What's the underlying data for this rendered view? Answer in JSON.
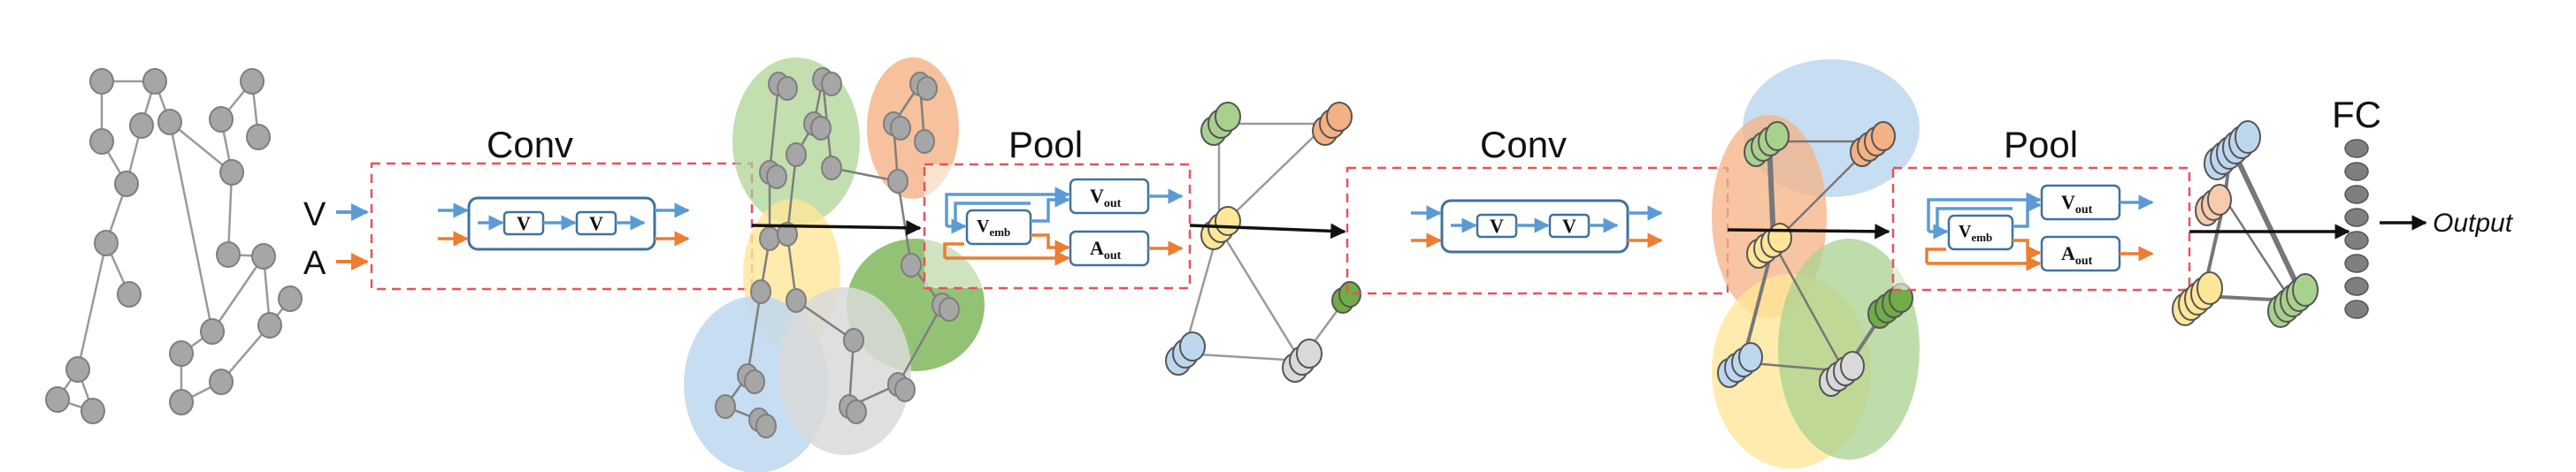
{
  "stages": {
    "conv1_title": "Conv",
    "pool1_title": "Pool",
    "conv2_title": "Conv",
    "pool2_title": "Pool",
    "fc_title": "FC"
  },
  "inputs": {
    "v_label": "V",
    "a_label": "A"
  },
  "conv_block": {
    "v1": "V",
    "v2": "V"
  },
  "pool_block": {
    "v_emb": "V",
    "v_emb_sub": "emb",
    "v_out": "V",
    "v_out_sub": "out",
    "a_out": "A",
    "a_out_sub": "out"
  },
  "output_label": "Output",
  "colors": {
    "v_stream": "#5b9bd5",
    "a_stream": "#ed7d31",
    "dashed_box": "#e8525a",
    "block_border": "#41719c",
    "node_gray": "#a6a6a6",
    "region_green": "#a9d18e",
    "region_orange": "#f4b183",
    "region_yellow": "#ffe699",
    "region_blue": "#bdd7ee",
    "region_gray": "#d9d9d9",
    "region_bright_green": "#70ad47",
    "fc_node": "#7f7f7f"
  },
  "icons": [
    "arrow-right-icon"
  ]
}
